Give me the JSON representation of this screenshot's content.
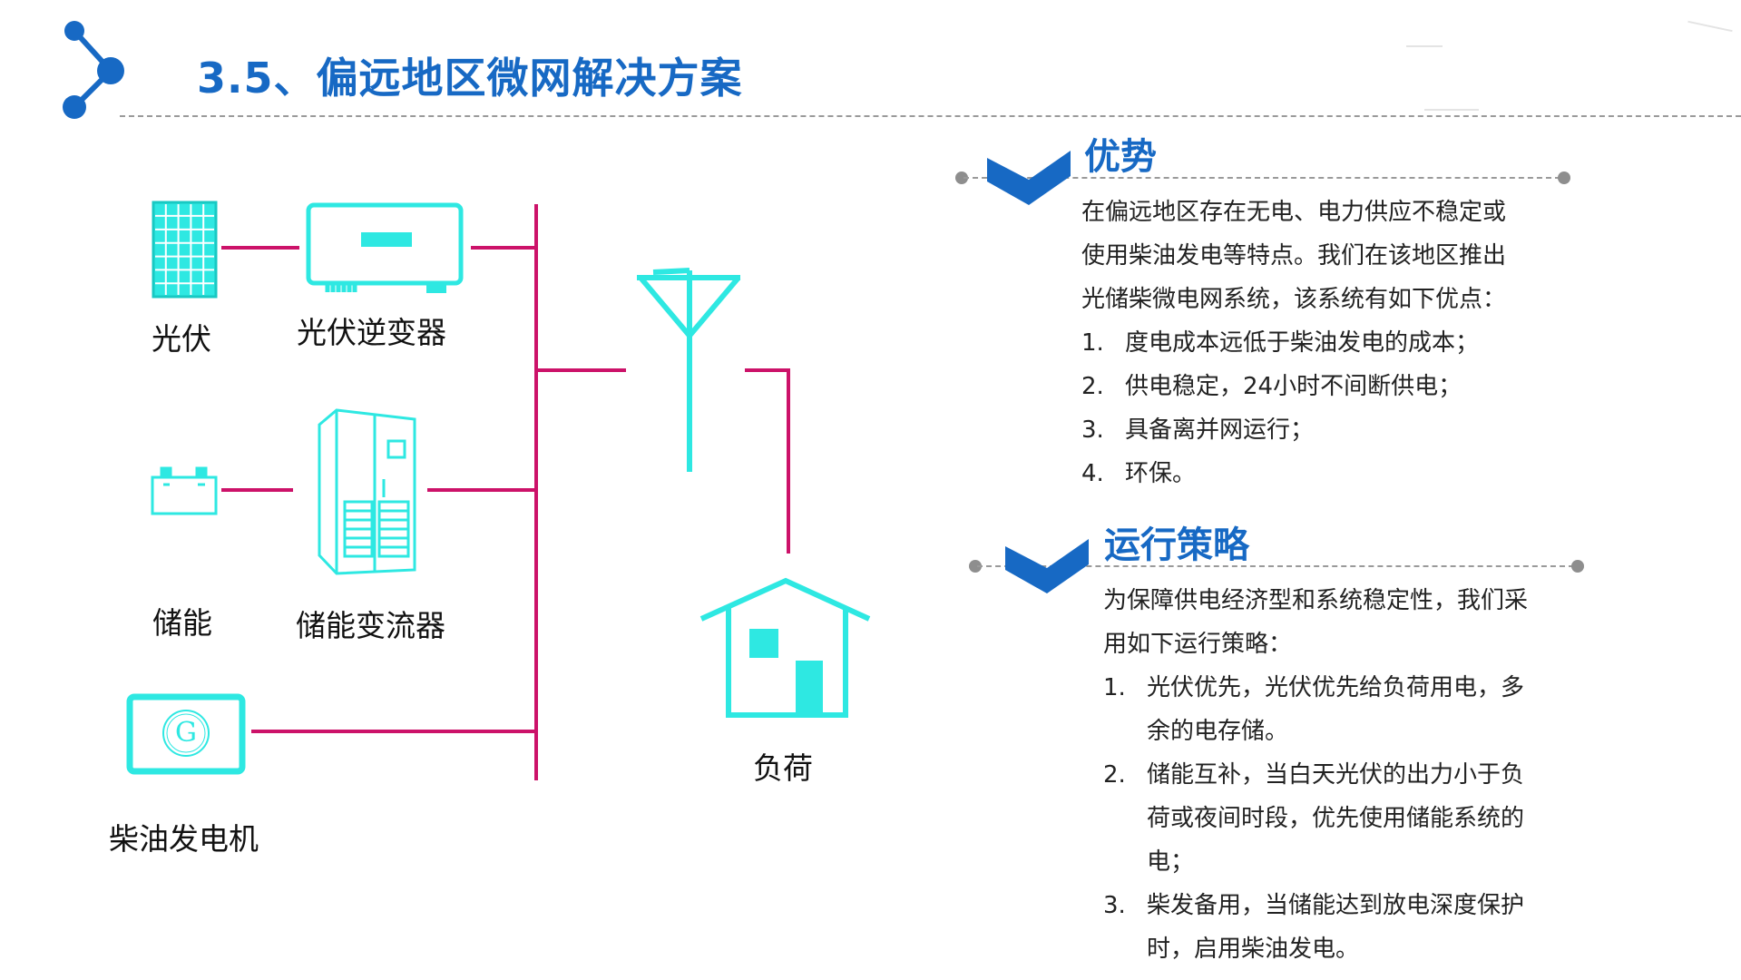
{
  "header": {
    "title": "3.5、偏远地区微网解决方案"
  },
  "diagram": {
    "nodes": {
      "pv": "光伏",
      "pv_inverter": "光伏逆变器",
      "storage": "储能",
      "pcs": "储能变流器",
      "diesel": "柴油发电机",
      "load": "负荷"
    },
    "generator_symbol": "G",
    "colors": {
      "equipment": "#2ee8e2",
      "bus": "#cc1269",
      "accent": "#1769c4"
    }
  },
  "advantages": {
    "title": "优势",
    "intro_lines": [
      "在偏远地区存在无电、电力供应不稳定或",
      "使用柴油发电等特点。我们在该地区推出",
      "光储柴微电网系统，该系统有如下优点："
    ],
    "items": [
      {
        "num": "1.",
        "text": "度电成本远低于柴油发电的成本；"
      },
      {
        "num": "2.",
        "text": "供电稳定，24小时不间断供电；"
      },
      {
        "num": "3.",
        "text": "具备离并网运行；"
      },
      {
        "num": "4.",
        "text": "环保。"
      }
    ]
  },
  "strategy": {
    "title": "运行策略",
    "intro_lines": [
      "为保障供电经济型和系统稳定性，我们采",
      "用如下运行策略："
    ],
    "items": [
      {
        "num": "1.",
        "lines": [
          "光伏优先，光伏优先给负荷用电，多",
          "余的电存储。"
        ]
      },
      {
        "num": "2.",
        "lines": [
          "储能互补，当白天光伏的出力小于负",
          "荷或夜间时段，优先使用储能系统的",
          "电；"
        ]
      },
      {
        "num": "3.",
        "lines": [
          "柴发备用，当储能达到放电深度保护",
          "时，启用柴油发电。"
        ]
      }
    ]
  }
}
